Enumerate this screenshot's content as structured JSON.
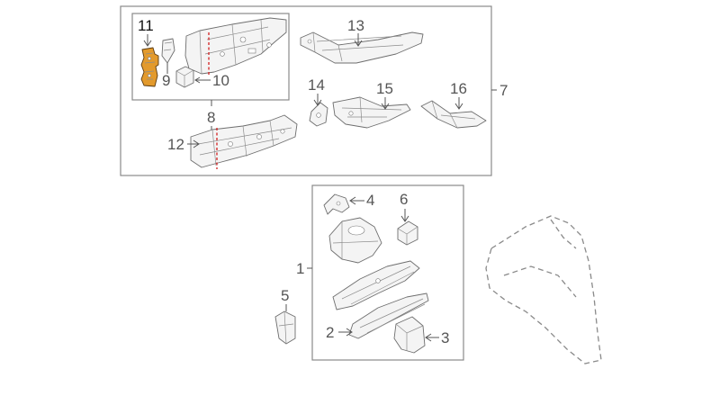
{
  "callouts": {
    "c1": "1",
    "c2": "2",
    "c3": "3",
    "c4": "4",
    "c5": "5",
    "c6": "6",
    "c7": "7",
    "c8": "8",
    "c9": "9",
    "c10": "10",
    "c11": "11",
    "c12": "12",
    "c13": "13",
    "c14": "14",
    "c15": "15",
    "c16": "16"
  },
  "colors": {
    "highlight_part": "#e39a2c",
    "cut_line": "#d21f1f",
    "line": "#6e6e6e"
  }
}
